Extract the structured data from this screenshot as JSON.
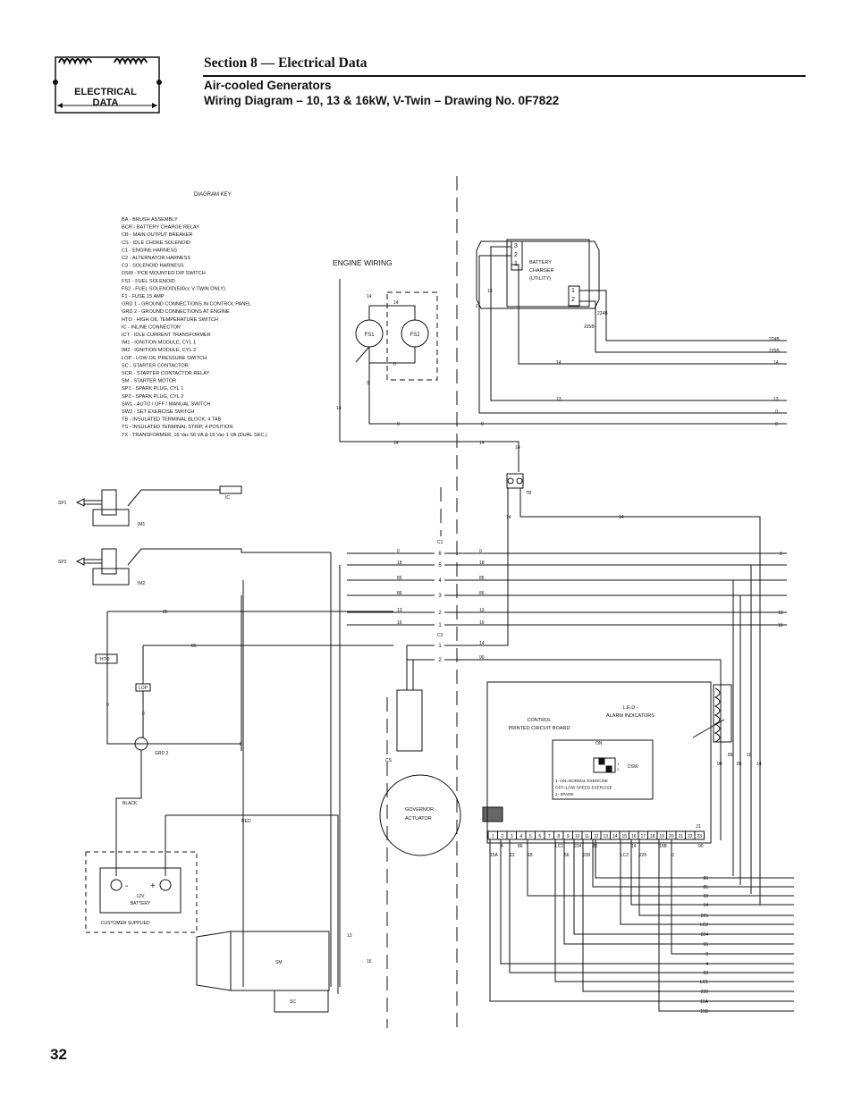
{
  "header": {
    "section_title": "Section 8 — Electrical Data",
    "subtitle_line1": "Air-cooled Generators",
    "subtitle_line2": "Wiring Diagram – 10, 13 & 16kW, V-Twin – Drawing No. 0F7822",
    "logo_text": "ELECTRICAL DATA"
  },
  "page_number": "32",
  "key": {
    "title": "DIAGRAM KEY",
    "entries": [
      "BA  - BRUSH ASSEMBLY",
      "BCR - BATTERY CHARGE RELAY",
      "CB - MAIN OUTPUT BREAKER",
      "CS - IDLE CHOKE SOLENOID",
      "C1 - ENGINE HARNESS",
      "C2 - ALTERNATOR HARNESS",
      "C3 - SOLENOID HARNESS",
      "DSW - PCB MOUNTED DIP SWITCH",
      "FS1  - FUEL SOLENOID",
      "FS2  - FUEL SOLENOID(530cc V-TWIN ONLY)",
      "F1 - FUSE 15 AMP",
      "GRD 1 - GROUND CONNECTIONS IN CONTROL PANEL",
      "GRD 2 - GROUND CONNECTIONS AT ENGINE",
      "HTO - HIGH OIL TEMPERATURE SWITCH",
      "IC - INLINE CONNECTOR",
      "ICT - IDLE CURRENT TRANSFORMER",
      "IM1 - IGNITION MODULE, CYL 1",
      "IM2 - IGNITION MODULE, CYL 2",
      "LOP - LOW OIL PRESSURE SWITCH",
      "SC - STARTER CONTACTOR",
      "SCR - STARTER CONTACTOR RELAY",
      "SM  - STARTER MOTOR",
      "SP1 - SPARK PLUG, CYL 1",
      "SP2 - SPARK PLUG, CYL 2",
      "SW1 - AUTO / OFF / MANUAL SWITCH",
      "SW2 - SET EXERCISE SWITCH",
      "TB - INSULATED TERMINAL BLOCK, 4 TAB",
      "TS  - INSULATED TERMINAL STRIP, 4 POSITION",
      "TX - TRANSFORMER, 16 Vac 56 VA & 16 Vac 1 VA (DUAL SEC.)"
    ]
  },
  "labels": {
    "engine_wiring": "ENGINE WIRING",
    "fs1": "FS1",
    "fs2": "FS2",
    "battery_charger": [
      "BATTERY",
      "CHARGER",
      "(UTILITY)"
    ],
    "sp1": "SP1",
    "sp2": "SP2",
    "im1": "IM1",
    "im2": "IM2",
    "ic": "IC",
    "hto": "HTO",
    "lop": "LOP",
    "grd2": "GRD 2",
    "tb": "TB",
    "c1": "C1",
    "c3": "C3",
    "cs": "CS",
    "governor": [
      "GOVERNOR",
      "ACTUATOR"
    ],
    "control_pcb": [
      "CONTROL",
      "PRINTED CIRCUIT BOARD"
    ],
    "led": [
      "L.E.D -",
      "ALARM INDICATORS"
    ],
    "dip_on": "ON",
    "dsw": "DSW",
    "dip_notes": [
      "1- ON=NORMAL EXERCISE",
      "OFF=LOW SPEED EXERCISE",
      "2- SPARE"
    ],
    "j1": "J1",
    "black": "BLACK",
    "red": "RED",
    "battery": [
      "12V",
      "BATTERY"
    ],
    "customer_supplied": "CUSTOMER SUPPLIED",
    "sm": "SM",
    "sc": "SC",
    "minus": "-",
    "plus": "+"
  },
  "c1_pins": [
    {
      "pin": "6",
      "left": "0",
      "right": "0"
    },
    {
      "pin": "5",
      "left": "18",
      "right": "18"
    },
    {
      "pin": "4",
      "left": "85",
      "right": "85"
    },
    {
      "pin": "3",
      "left": "86",
      "right": "86"
    },
    {
      "pin": "2",
      "left": "13",
      "right": "13"
    },
    {
      "pin": "1",
      "left": "16",
      "right": "16"
    }
  ],
  "c3_pins": [
    {
      "pin": "1",
      "right": "14"
    },
    {
      "pin": "2",
      "right": "90"
    }
  ],
  "j1_pins": [
    "1",
    "2",
    "3",
    "4",
    "5",
    "6",
    "7",
    "8",
    "9",
    "10",
    "11",
    "12",
    "13",
    "14",
    "15",
    "16",
    "17",
    "18",
    "19",
    "20",
    "21",
    "22",
    "23"
  ],
  "j1_wires": [
    "15A",
    "4",
    "23",
    "86",
    "18",
    "LC1",
    "56",
    "224",
    "239",
    "85",
    "LC2",
    "14",
    "225",
    "15B",
    "0",
    "90"
  ],
  "bottom_wires": [
    "86",
    "85",
    "18",
    "14",
    "225",
    "LC2",
    "224",
    "56",
    "0",
    "4",
    "23",
    "LC1",
    "239",
    "15A",
    "15B"
  ],
  "charger_wires": [
    "224B",
    "225B",
    "14",
    "13",
    "0",
    "0"
  ],
  "misc_wire_labels": [
    "14",
    "13",
    "0",
    "14",
    "0",
    "14",
    "14",
    "0",
    "85",
    "86",
    "0",
    "13",
    "16",
    "90",
    "86",
    "85",
    "18",
    "14",
    "224B",
    "225B",
    "14",
    "13"
  ],
  "charger_pins": [
    "3",
    "2",
    "1",
    "1",
    "2"
  ]
}
